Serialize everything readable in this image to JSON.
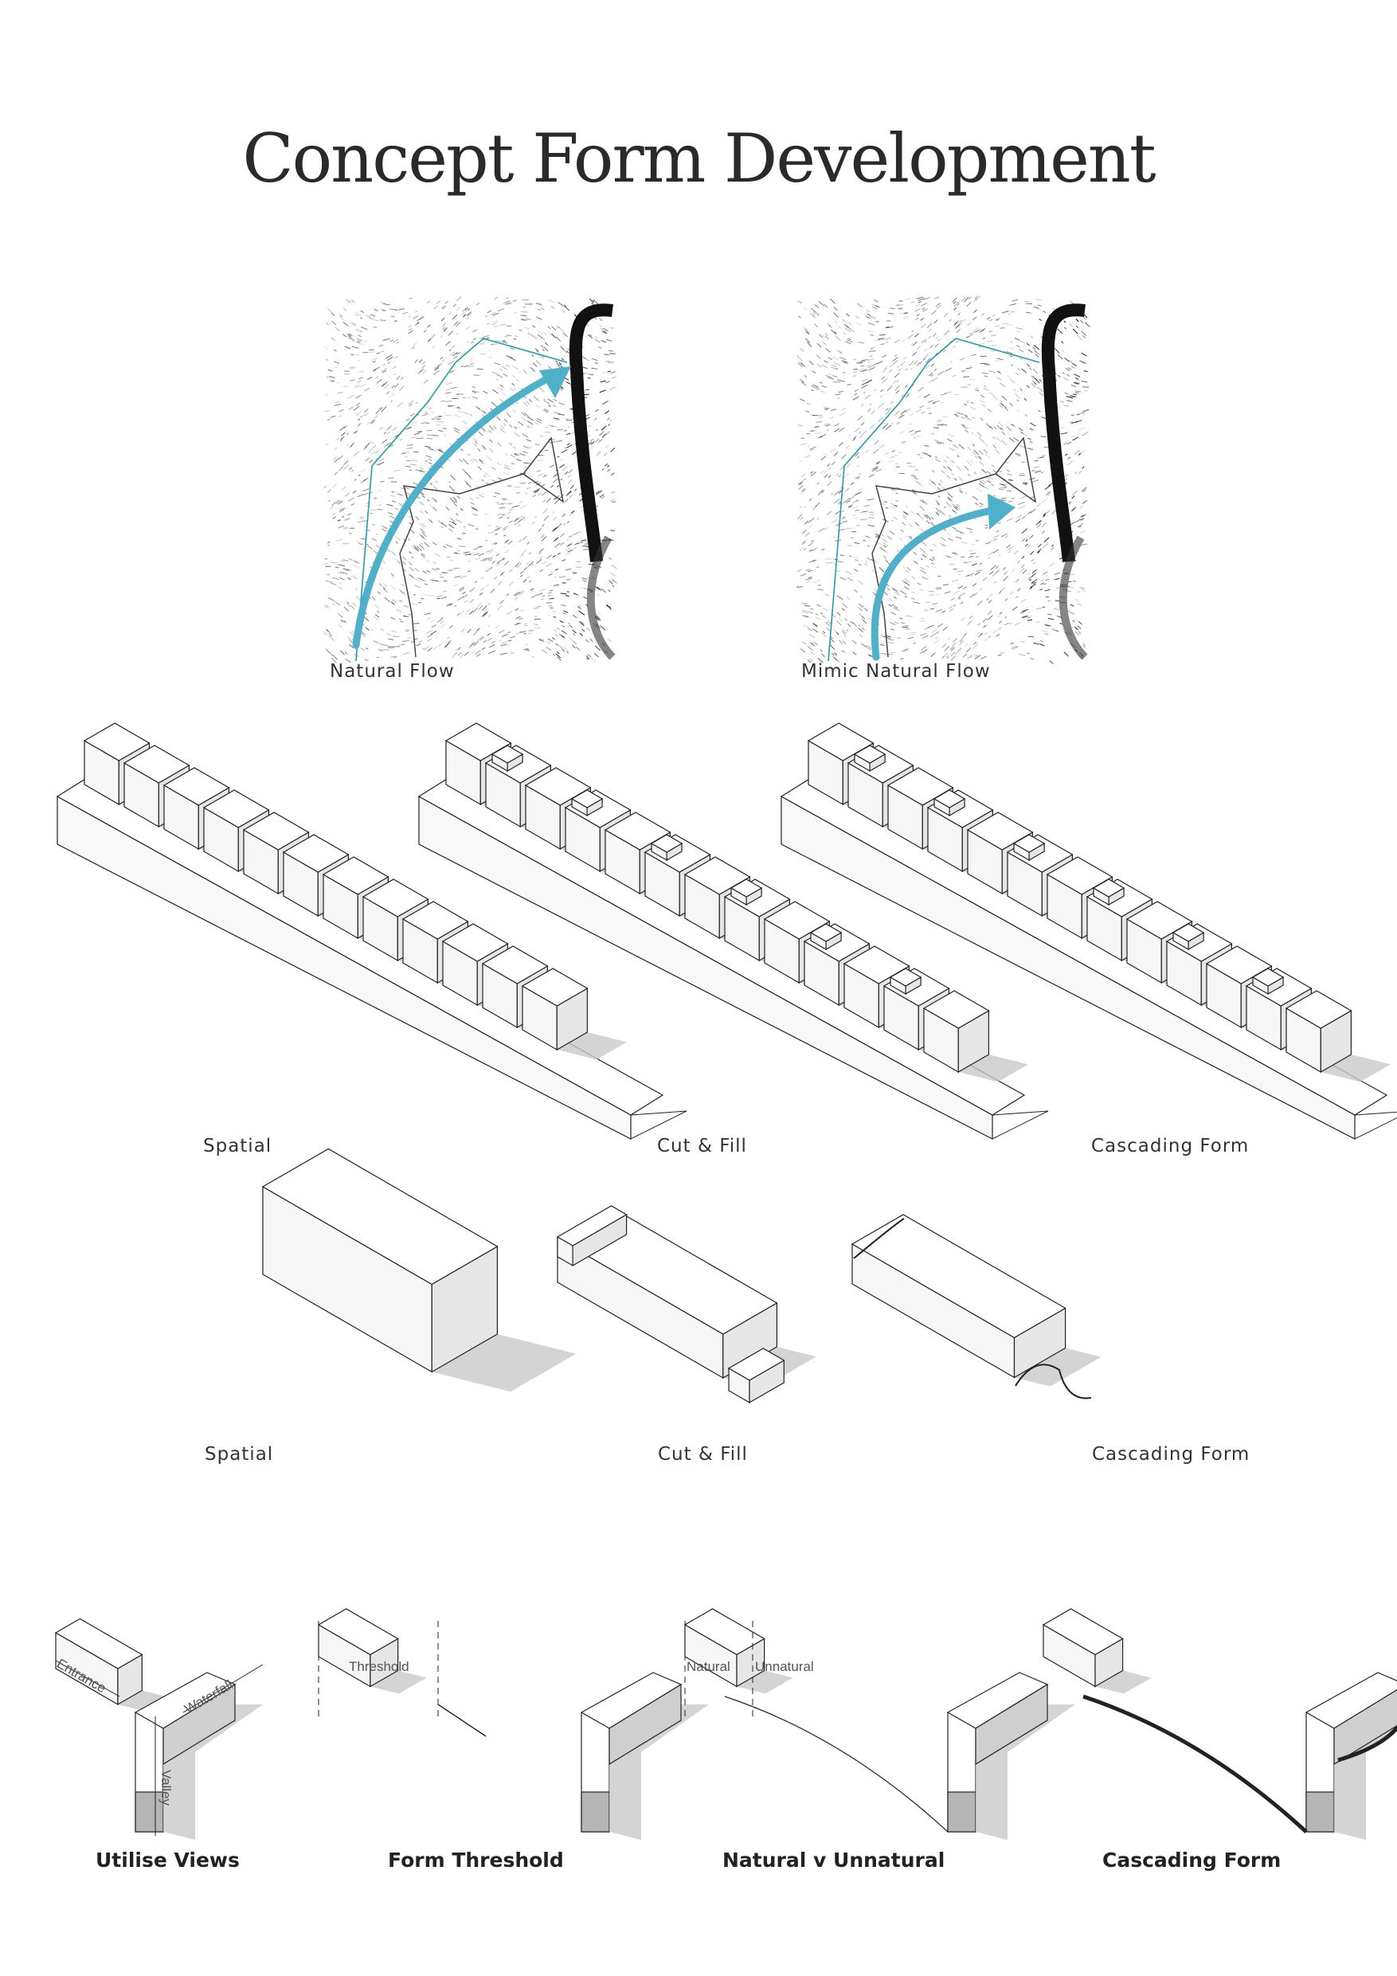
{
  "title": "Concept Form Development",
  "maps": [
    {
      "label": "Natural Flow"
    },
    {
      "label": "Mimic Natural Flow"
    }
  ],
  "stair_row": {
    "labels": [
      "Spatial",
      "Cut & Fill",
      "Cascading Form"
    ]
  },
  "block_row": {
    "labels": [
      "Spatial",
      "Cut & Fill",
      "Cascading Form"
    ]
  },
  "y_row": {
    "labels": [
      "Utilise Views",
      "Form Threshold",
      "Natural v Unnatural",
      "Cascading Form"
    ],
    "annotations": {
      "entrance": "Entrance",
      "waterfall": "Waterfall",
      "valley": "Valley",
      "threshold": "Threshold",
      "natural": "Natural",
      "unnatural": "Unnatural"
    }
  },
  "colors": {
    "flow": "#4fb0c9",
    "ink": "#222222",
    "shadow": "#c9c9c9"
  }
}
